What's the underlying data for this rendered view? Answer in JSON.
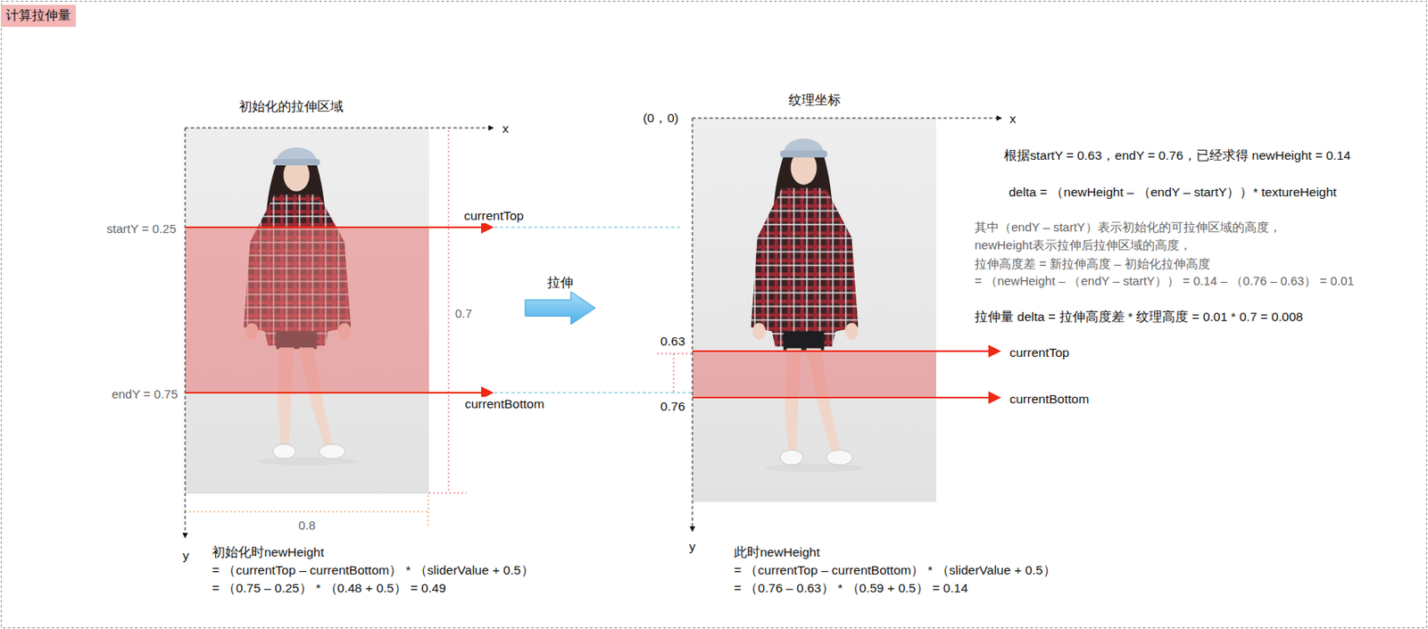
{
  "diagram": {
    "title": "计算拉伸量",
    "labels": [
      "初始化的拉伸区域",
      "x",
      "startY = 0.25",
      "currentTop",
      "0.7",
      "拉伸",
      "endY = 0.75",
      "currentBottom",
      "0.8",
      "y",
      "初始化时newHeight",
      "= （currentTop – currentBottom） * （sliderValue + 0.5）",
      "= （0.75 – 0.25） * （0.48 + 0.5） = 0.49",
      "纹理坐标",
      "(0，0)",
      "x",
      "根据startY = 0.63，endY = 0.76，已经求得 newHeight = 0.14",
      "delta = （newHeight – （endY – startY））* textureHeight",
      "其中（endY – startY）表示初始化的可拉伸区域的高度，",
      "newHeight表示拉伸后拉伸区域的高度，",
      "拉伸高度差 = 新拉伸高度 – 初始化拉伸高度",
      "= （newHeight – （endY – startY）） = 0.14 – （0.76 – 0.63） = 0.01",
      "拉伸量 delta = 拉伸高度差 * 纹理高度 = 0.01 * 0.7 = 0.008",
      "0.63",
      "currentTop",
      "0.76",
      "currentBottom",
      "y",
      "此时newHeight",
      "= （currentTop – currentBottom） * （sliderValue + 0.5）",
      "= （0.76 – 0.63） * （0.59 + 0.5） = 0.14"
    ]
  }
}
